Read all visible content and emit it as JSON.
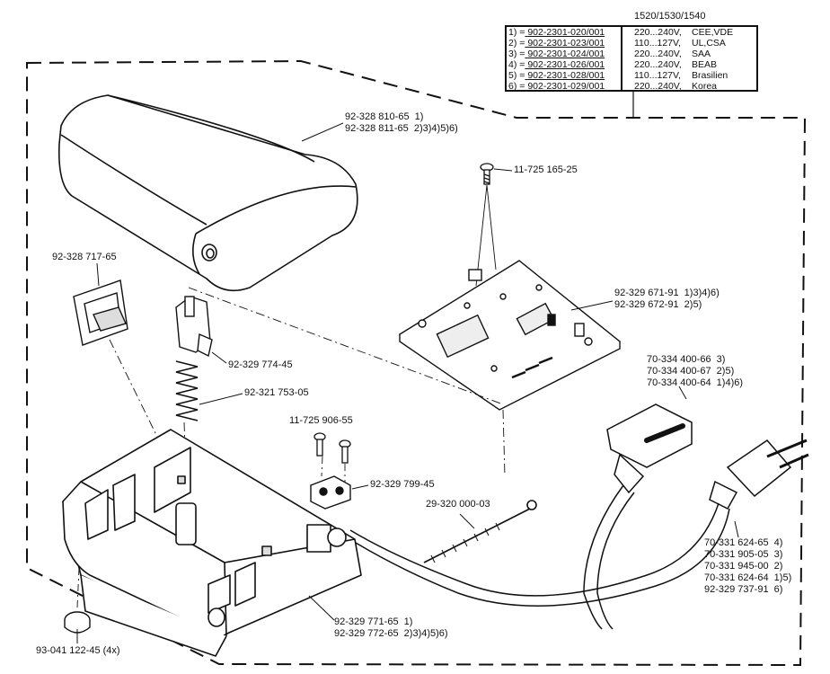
{
  "variant_table": {
    "header": "1520/1530/1540",
    "rows": [
      {
        "index": "1) =",
        "part": "902-2301-020/001",
        "voltage": "220...240V,",
        "standard": "CEE,VDE"
      },
      {
        "index": "2) =",
        "part": "902-2301-023/001",
        "voltage": "110...127V,",
        "standard": "UL,CSA"
      },
      {
        "index": "3) =",
        "part": "902-2301-024/001",
        "voltage": "220...240V,",
        "standard": "SAA"
      },
      {
        "index": "4) =",
        "part": "902-2301-026/001",
        "voltage": "220...240V,",
        "standard": "BEAB"
      },
      {
        "index": "5) =",
        "part": "902-2301-028/001",
        "voltage": "110...127V,",
        "standard": "Brasilien"
      },
      {
        "index": "6) =",
        "part": "902-2301-029/001",
        "voltage": "220...240V,",
        "standard": "Korea"
      }
    ]
  },
  "labels": {
    "cover": "92-328 810-65  1)\n92-328 811-65  2)3)4)5)6)",
    "pcb_screw": "11-725 165-25",
    "clip": "92-328 717-65",
    "pcb": "92-329 671-91  1)3)4)6)\n92-329 672-91  2)5)",
    "switch": "92-329 774-45",
    "spring": "92-321 753-05",
    "connector_cable": "70-334 400-66  3)\n70-334 400-67  2)5)\n70-334 400-64  1)4)6)",
    "screws": "11-725 906-55",
    "strain_relief": "92-329 799-45",
    "cable_tie": "29-320 000-03",
    "mains_cable": "70-331 624-65  4)\n70-331 905-05  3)\n70-331 945-00  2)\n70-331 624-64  1)5)\n92-329 737-91  6)",
    "base": "92-329 771-65  1)\n92-329 772-65  2)3)4)5)6)",
    "foot": "93-041 122-45 (4x)"
  },
  "colors": {
    "ink": "#111111",
    "paper": "#ffffff",
    "shade": "#9a9a9a"
  }
}
